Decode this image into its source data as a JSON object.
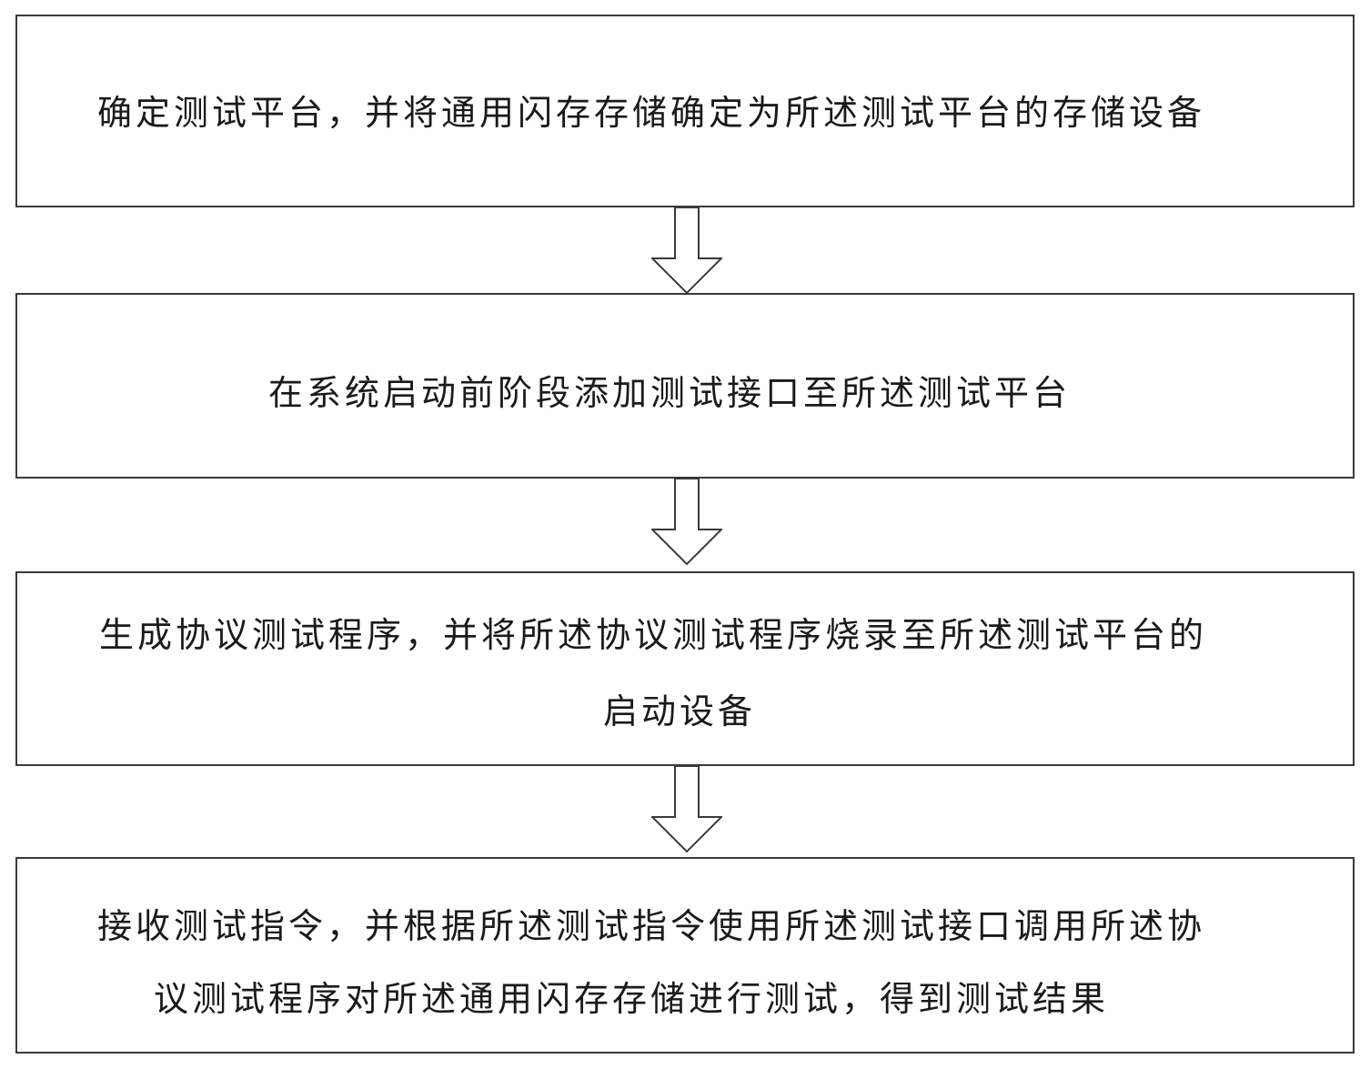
{
  "steps": [
    {
      "lines": [
        "确定测试平台，并将通用闪存存储确定为所述测试平台的存储设备"
      ]
    },
    {
      "lines": [
        "在系统启动前阶段添加测试接口至所述测试平台"
      ]
    },
    {
      "lines": [
        "生成协议测试程序，并将所述协议测试程序烧录至所述测试平台的",
        "启动设备"
      ]
    },
    {
      "lines": [
        "接收测试指令，并根据所述测试指令使用所述测试接口调用所述协",
        "议测试程序对所述通用闪存存储进行测试，得到测试结果"
      ]
    }
  ]
}
